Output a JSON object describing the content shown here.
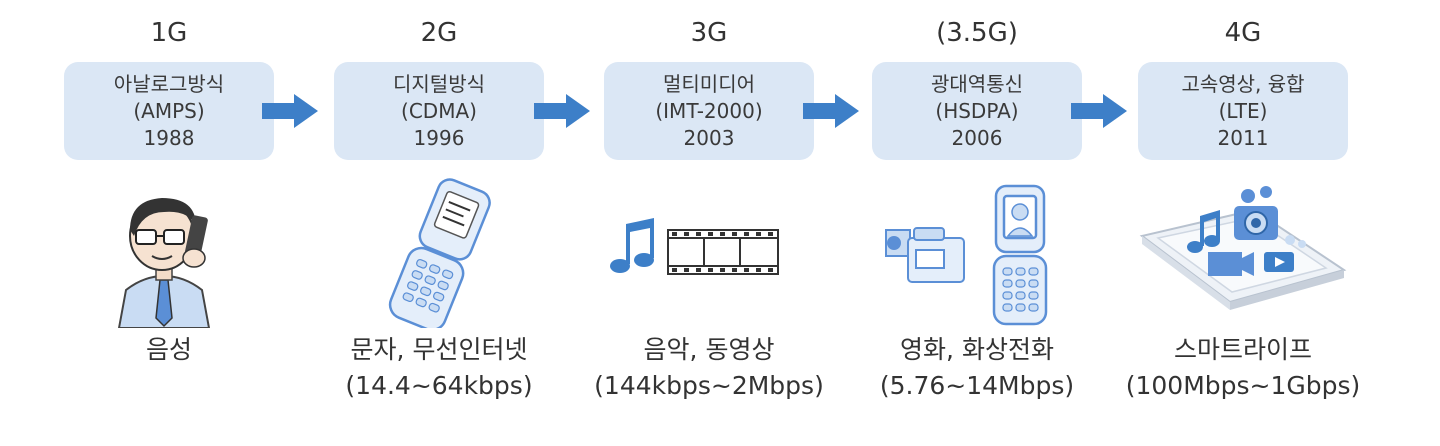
{
  "colors": {
    "box_fill": "#dbe7f5",
    "arrow": "#3d7fc8",
    "illustration_blue": "#5b8fd6",
    "illustration_light": "#c9dcf3"
  },
  "generations": [
    {
      "gen": "1G",
      "tech": "아날로그방식",
      "standard": "(AMPS)",
      "year": "1988",
      "service": "음성",
      "speed": "",
      "icon": "phone-call-person-icon"
    },
    {
      "gen": "2G",
      "tech": "디지털방식",
      "standard": "(CDMA)",
      "year": "1996",
      "service": "문자, 무선인터넷",
      "speed": "(14.4~64kbps)",
      "icon": "flip-phone-icon"
    },
    {
      "gen": "3G",
      "tech": "멀티미디어",
      "standard": "(IMT-2000)",
      "year": "2003",
      "service": "음악, 동영상",
      "speed": "(144kbps~2Mbps)",
      "icon": "music-film-icon"
    },
    {
      "gen": "(3.5G)",
      "tech": "광대역통신",
      "standard": "(HSDPA)",
      "year": "2006",
      "service": "영화, 화상전화",
      "speed": "(5.76~14Mbps)",
      "icon": "camcorder-video-phone-icon"
    },
    {
      "gen": "4G",
      "tech": "고속영상, 융합",
      "standard": "(LTE)",
      "year": "2011",
      "service": "스마트라이프",
      "speed": "(100Mbps~1Gbps)",
      "icon": "smartphone-media-icon"
    }
  ]
}
